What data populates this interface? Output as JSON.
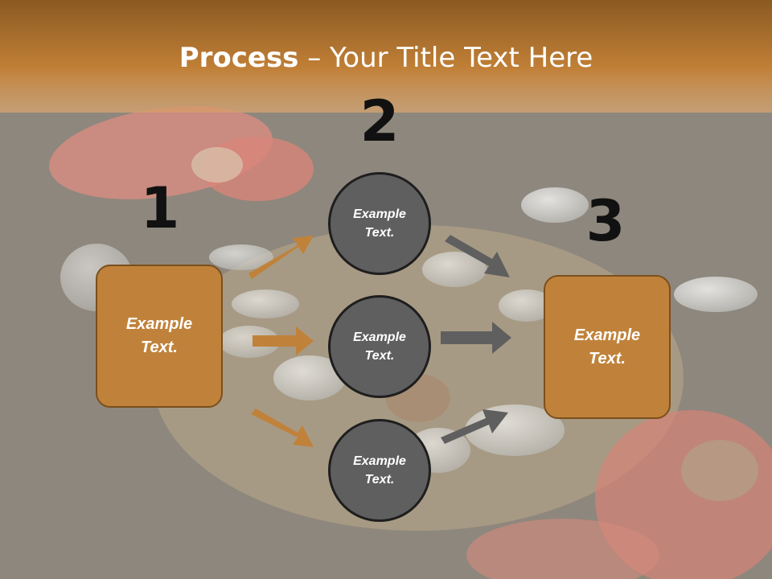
{
  "title": {
    "bold": "Process",
    "rest": " – Your Title Text Here"
  },
  "steps": {
    "n1": "1",
    "n2": "2",
    "n3": "3"
  },
  "left_box": {
    "line1": "Example",
    "line2": "Text."
  },
  "right_box": {
    "line1": "Example",
    "line2": "Text."
  },
  "circles": [
    {
      "line1": "Example",
      "line2": "Text."
    },
    {
      "line1": "Example",
      "line2": "Text."
    },
    {
      "line1": "Example",
      "line2": "Text."
    }
  ],
  "colors": {
    "accent_orange": "#c0823a",
    "circle_gray": "#5f5f5f",
    "arrow_orange": "#c0823a",
    "arrow_gray": "#5f5f5f",
    "title_band": "#b8742c"
  }
}
